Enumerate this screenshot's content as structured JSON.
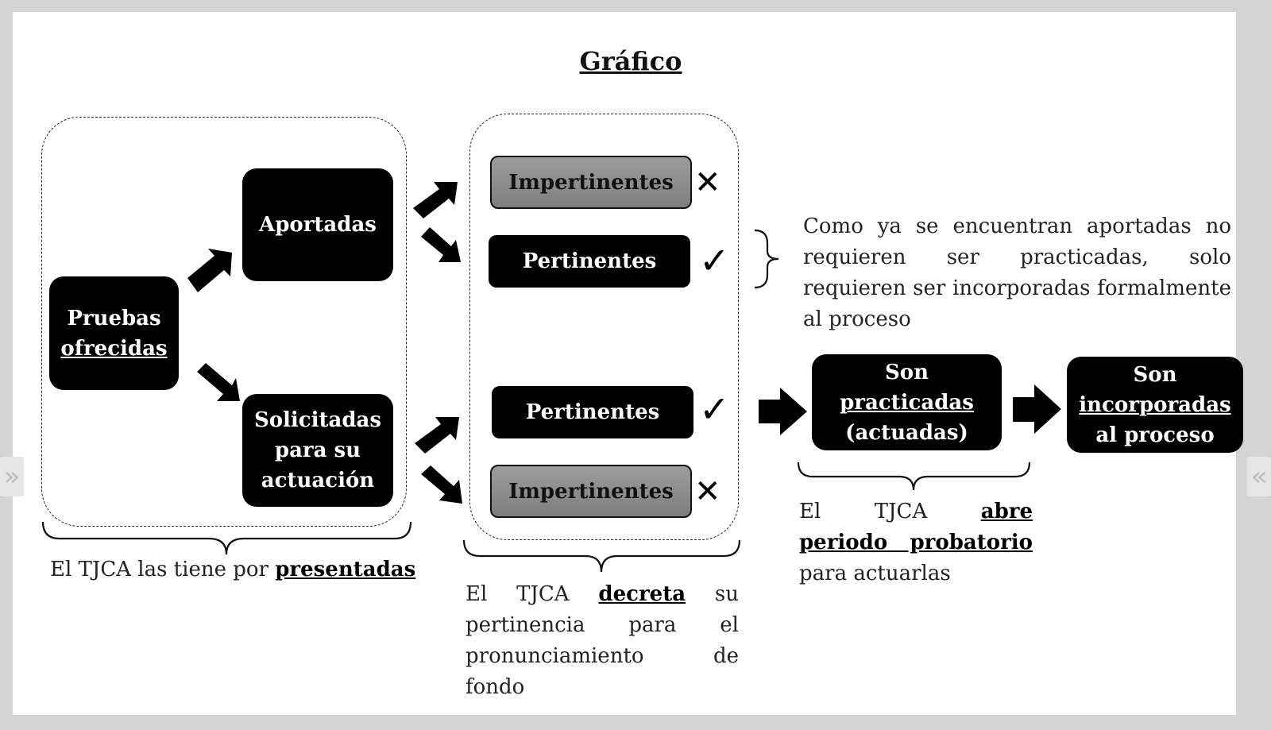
{
  "title": "Gráfico",
  "nodes": {
    "pruebas_line1": "Pruebas",
    "pruebas_line2": "ofrecidas",
    "aportadas": "Aportadas",
    "solicitadas_line1": "Solicitadas",
    "solicitadas_line2": "para su",
    "solicitadas_line3": "actuación",
    "impertinentes": "Impertinentes",
    "pertinentes": "Pertinentes",
    "practicadas_line1": "Son",
    "practicadas_line2": "practicadas",
    "practicadas_line3": "(actuadas)",
    "incorporadas_line1": "Son",
    "incorporadas_line2": "incorporadas",
    "incorporadas_line3": "al proceso"
  },
  "marks": {
    "cross": "✕",
    "check": "✓"
  },
  "notes": {
    "aportadas_note": "Como ya se encuentran aportadas no requieren ser practicadas, solo requieren ser incorporadas formalmente al proceso",
    "presentadas_prefix": "El TJCA las tiene por",
    "presentadas_bold": "presentadas",
    "decreta_prefix": "El TJCA",
    "decreta_bold": "decreta",
    "decreta_suffix": "su pertinencia para el pronunciamiento de fondo",
    "abre_prefix": "El TJCA",
    "abre_bold": "abre periodo probatorio",
    "abre_suffix": "para actuarlas"
  }
}
